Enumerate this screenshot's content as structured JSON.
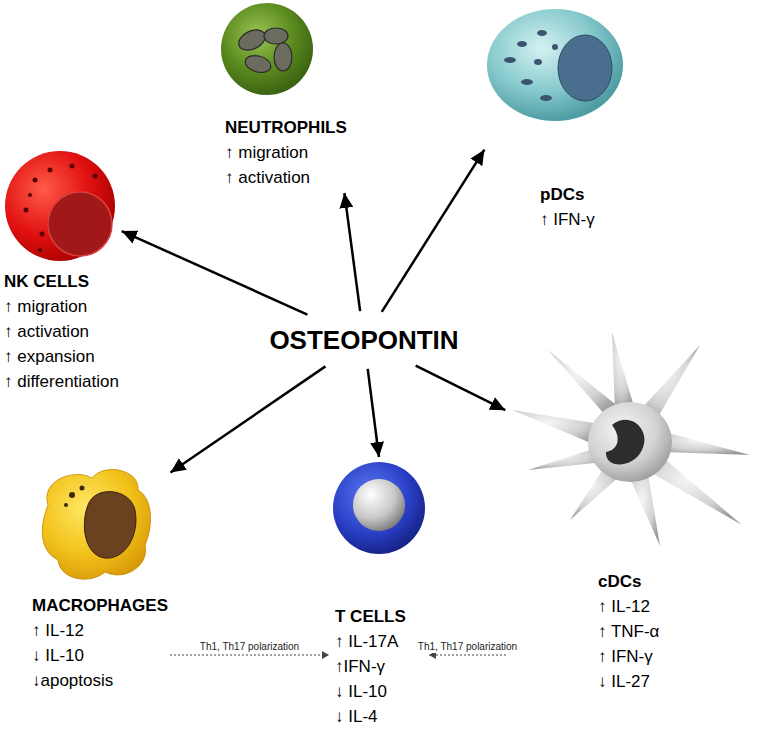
{
  "diagram": {
    "nodes": [
      {
        "text": [
          "NEUTROPHILS",
          "↑ migration",
          "↑ activation"
        ]
      },
      {
        "text": [
          "pDCs",
          "↑ IFN-γ"
        ]
      },
      {
        "text": [
          "NK CELLS",
          "↑ migration",
          "↑ activation",
          "↑ expansion",
          "↑ differentiation"
        ]
      },
      {
        "text": [
          "OSTEOPONTIN"
        ]
      },
      {
        "text": [
          "cDCs",
          "↑ IL-12",
          "↑ TNF-α",
          "↑ IFN-γ",
          "↓ IL-27"
        ]
      },
      {
        "text": [
          "MACROPHAGES",
          "↑ IL-12",
          "↓ IL-10",
          "↓apoptosis"
        ]
      },
      {
        "text": [
          "T CELLS",
          "↑ IL-17A",
          "↑IFN-γ",
          "↓ IL-10",
          "↓ IL-4"
        ]
      }
    ],
    "edges": [
      {
        "from": 3,
        "to": 0,
        "arrow": "to"
      },
      {
        "from": 3,
        "to": 1,
        "arrow": "to"
      },
      {
        "from": 3,
        "to": 2,
        "arrow": "to"
      },
      {
        "from": 3,
        "to": 4,
        "arrow": "to"
      },
      {
        "from": 3,
        "to": 5,
        "arrow": "to"
      },
      {
        "from": 3,
        "to": 6,
        "arrow": "to"
      },
      {
        "from": 5,
        "to": 6,
        "label": "Th1, Th17 polarization",
        "arrow": "to"
      },
      {
        "from": 4,
        "to": 6,
        "label": "Th1, Th17 polarization",
        "arrow": "to"
      }
    ]
  }
}
